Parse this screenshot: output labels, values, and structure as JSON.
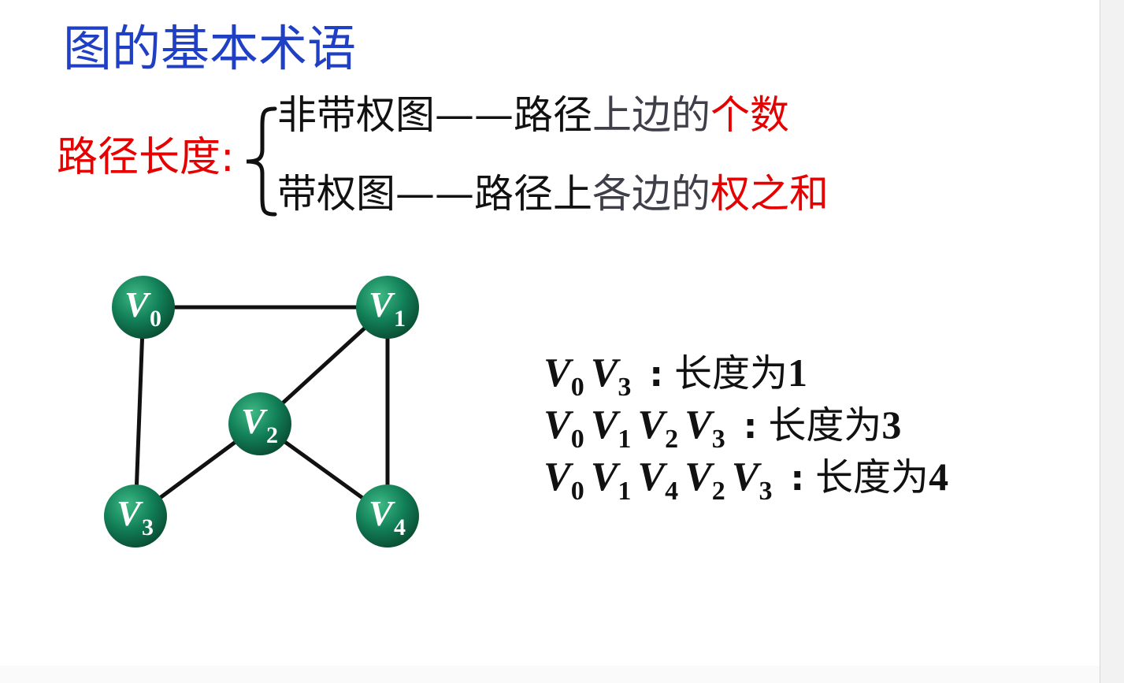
{
  "slide": {
    "title": "图的基本术语",
    "path_length_label": "路径长度:",
    "definitions": [
      {
        "part1": "非带权图——路径",
        "part2": "上边的",
        "part3": "个数"
      },
      {
        "part1": "带权图——路径上",
        "part2": "各边的",
        "part3": "权之和"
      }
    ],
    "colors": {
      "title": "#1f3fc4",
      "highlight": "#e60000",
      "vertex": "#0f7a52"
    }
  },
  "graph": {
    "vertices": [
      {
        "id": "V0",
        "letter": "V",
        "index": "0"
      },
      {
        "id": "V1",
        "letter": "V",
        "index": "1"
      },
      {
        "id": "V2",
        "letter": "V",
        "index": "2"
      },
      {
        "id": "V3",
        "letter": "V",
        "index": "3"
      },
      {
        "id": "V4",
        "letter": "V",
        "index": "4"
      }
    ],
    "edges": [
      [
        "V0",
        "V1"
      ],
      [
        "V0",
        "V3"
      ],
      [
        "V1",
        "V2"
      ],
      [
        "V1",
        "V4"
      ],
      [
        "V2",
        "V3"
      ],
      [
        "V2",
        "V4"
      ]
    ]
  },
  "paths": [
    {
      "sequence": [
        "0",
        "3"
      ],
      "label": "长度为",
      "value": "1"
    },
    {
      "sequence": [
        "0",
        "1",
        "2",
        "3"
      ],
      "label": "长度为",
      "value": "3"
    },
    {
      "sequence": [
        "0",
        "1",
        "4",
        "2",
        "3"
      ],
      "label": "长度为",
      "value": "4"
    }
  ]
}
